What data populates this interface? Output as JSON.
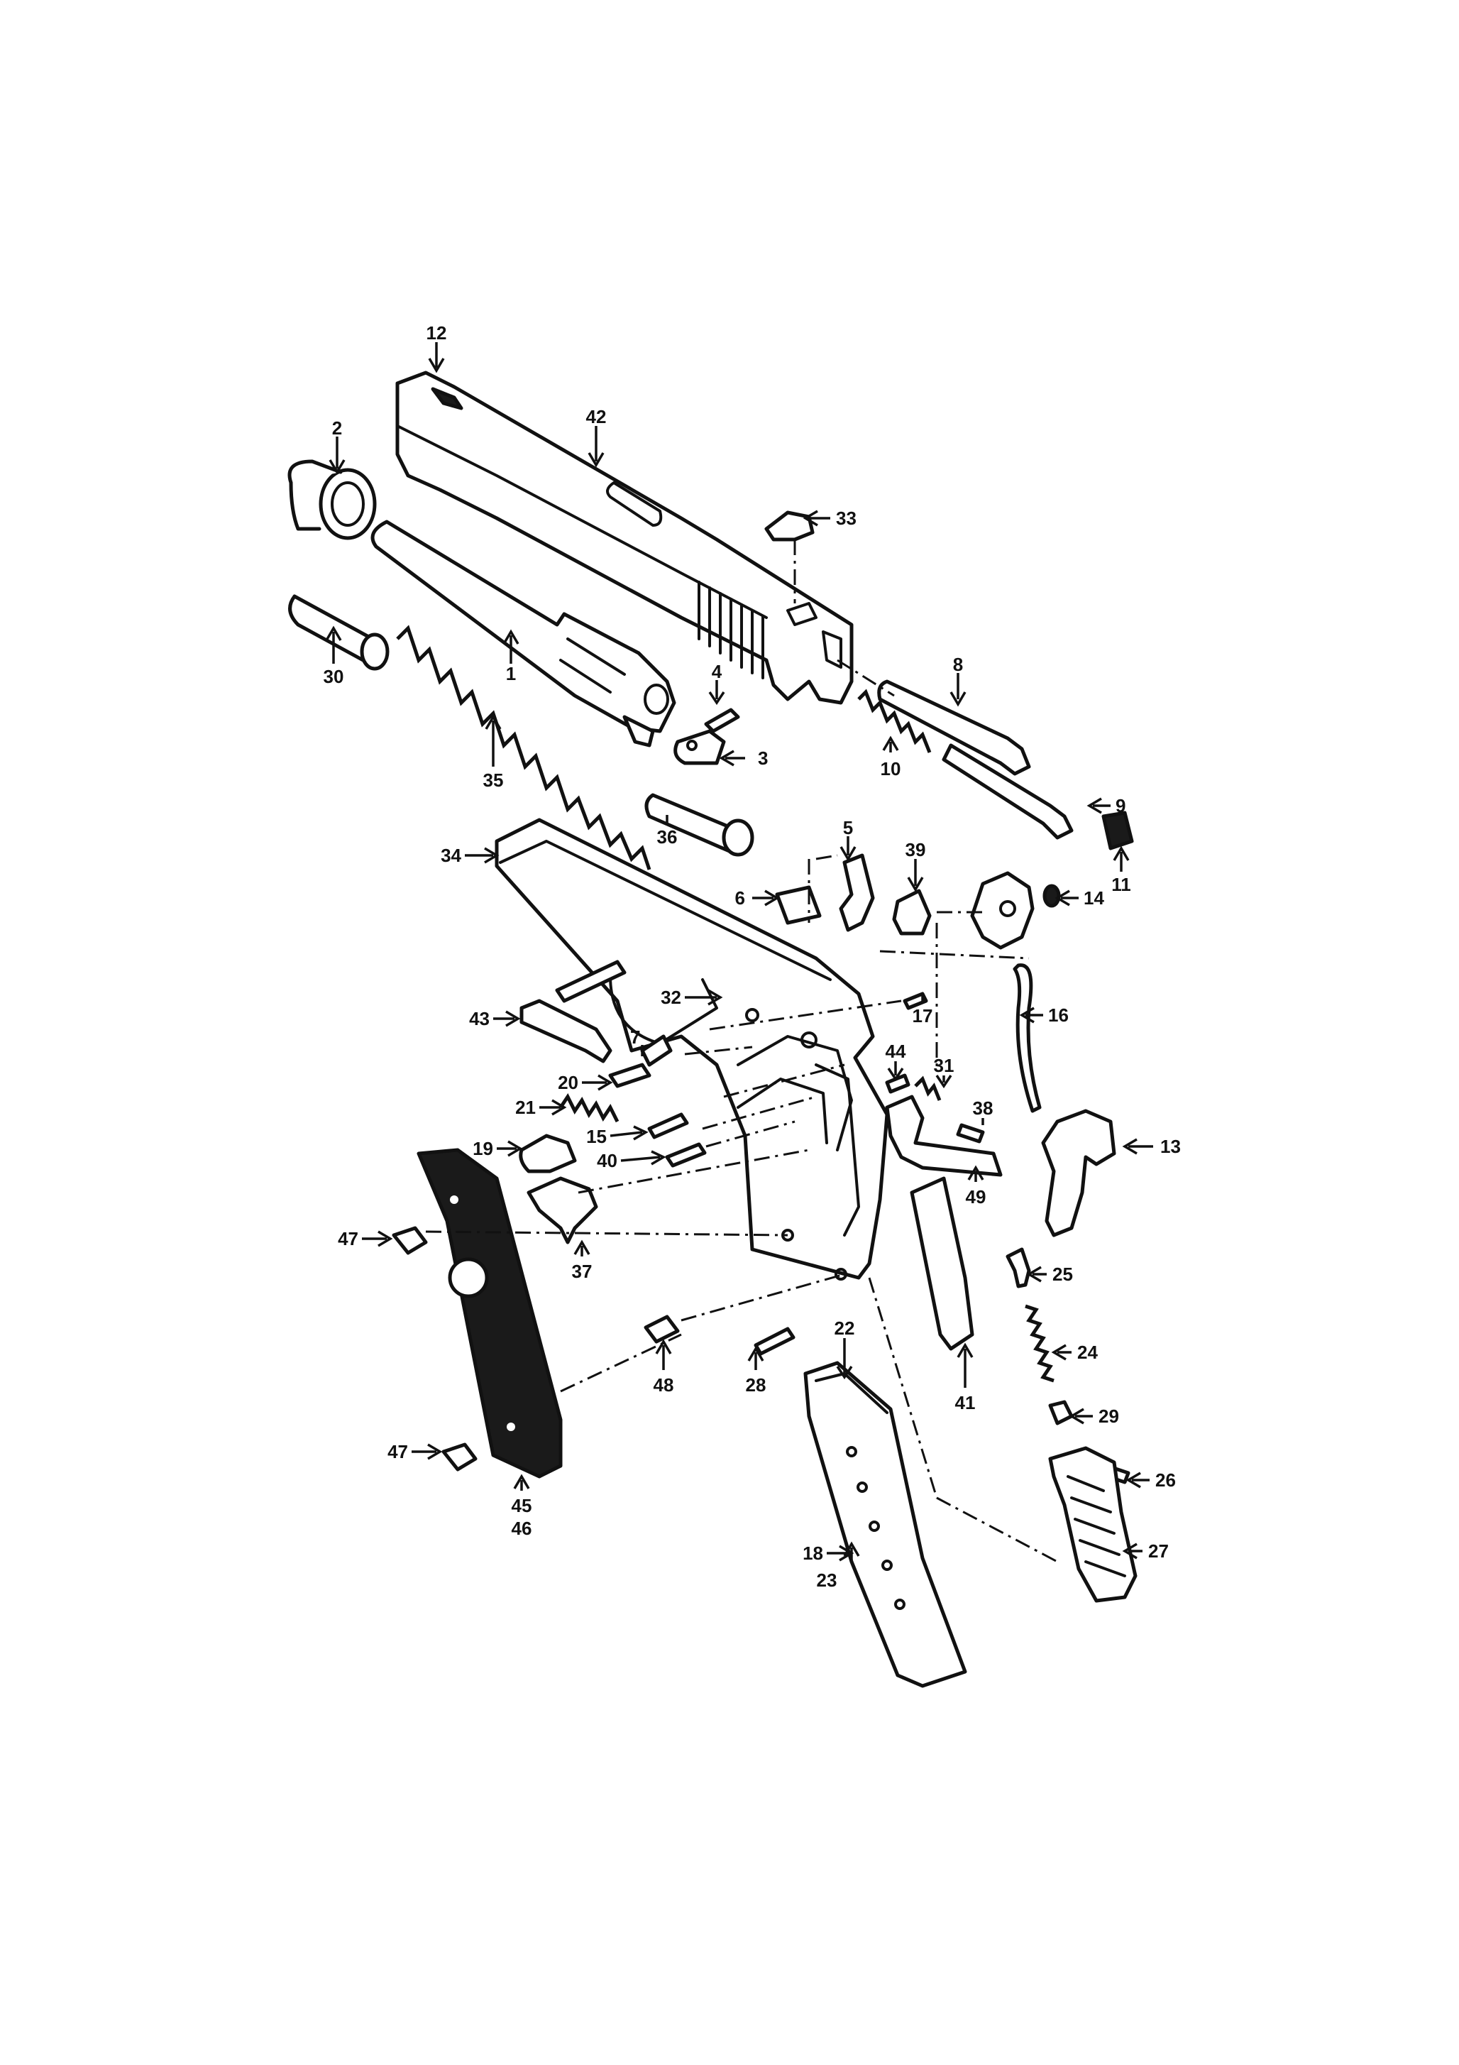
{
  "callouts": [
    {
      "num": "1"
    },
    {
      "num": "2"
    },
    {
      "num": "3"
    },
    {
      "num": "4"
    },
    {
      "num": "5"
    },
    {
      "num": "6"
    },
    {
      "num": "7"
    },
    {
      "num": "8"
    },
    {
      "num": "9"
    },
    {
      "num": "10"
    },
    {
      "num": "11"
    },
    {
      "num": "12"
    },
    {
      "num": "13"
    },
    {
      "num": "14"
    },
    {
      "num": "15"
    },
    {
      "num": "16"
    },
    {
      "num": "17"
    },
    {
      "num": "18"
    },
    {
      "num": "19"
    },
    {
      "num": "20"
    },
    {
      "num": "21"
    },
    {
      "num": "22"
    },
    {
      "num": "23"
    },
    {
      "num": "24"
    },
    {
      "num": "25"
    },
    {
      "num": "26"
    },
    {
      "num": "27"
    },
    {
      "num": "28"
    },
    {
      "num": "29"
    },
    {
      "num": "30"
    },
    {
      "num": "31"
    },
    {
      "num": "32"
    },
    {
      "num": "33"
    },
    {
      "num": "34"
    },
    {
      "num": "35"
    },
    {
      "num": "36"
    },
    {
      "num": "37"
    },
    {
      "num": "38"
    },
    {
      "num": "39"
    },
    {
      "num": "40"
    },
    {
      "num": "41"
    },
    {
      "num": "42"
    },
    {
      "num": "43"
    },
    {
      "num": "44"
    },
    {
      "num": "45"
    },
    {
      "num": "46"
    },
    {
      "num": "47"
    },
    {
      "num": "47"
    },
    {
      "num": "48"
    },
    {
      "num": "49"
    }
  ],
  "colors": {
    "ink": "#111111",
    "paper": "#ffffff"
  }
}
